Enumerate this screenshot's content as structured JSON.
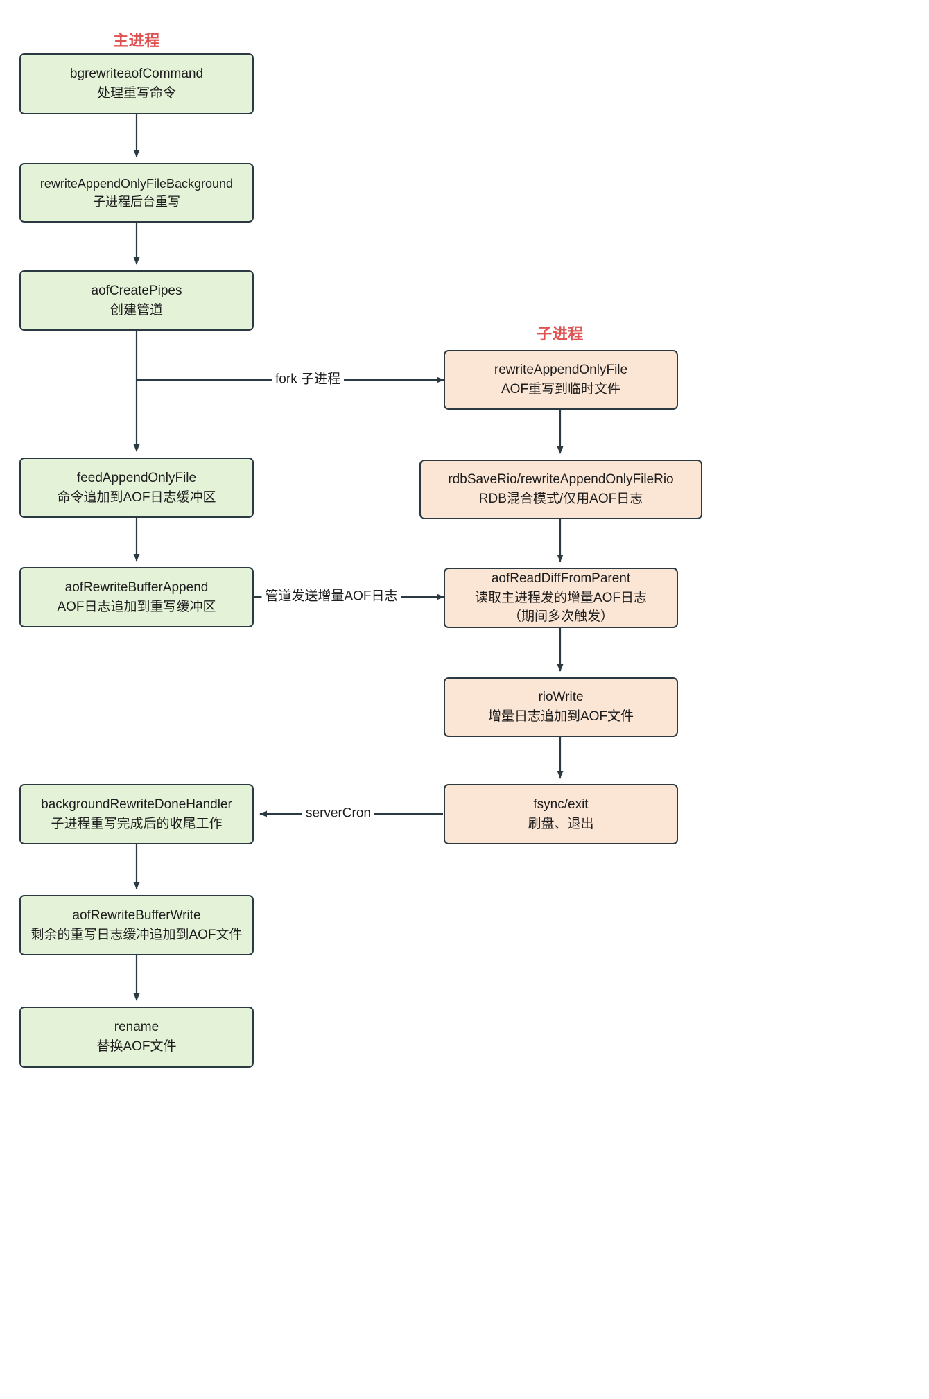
{
  "diagram": {
    "title_main": "主进程",
    "title_child": "子进程",
    "colors": {
      "main_process_fill": "#e4f2d8",
      "child_process_fill": "#fbe5d5",
      "node_border": "#2b3a42",
      "lane_title": "#e05252",
      "edge": "#2b3a42",
      "background": "#ffffff"
    },
    "main_nodes": [
      {
        "id": "bgrewriteaofCommand",
        "line1": "bgrewriteaofCommand",
        "line2": "处理重写命令"
      },
      {
        "id": "rewriteAppendOnlyFileBackground",
        "line1": "rewriteAppendOnlyFileBackground",
        "line2": "子进程后台重写"
      },
      {
        "id": "aofCreatePipes",
        "line1": "aofCreatePipes",
        "line2": "创建管道"
      },
      {
        "id": "feedAppendOnlyFile",
        "line1": "feedAppendOnlyFile",
        "line2": "命令追加到AOF日志缓冲区"
      },
      {
        "id": "aofRewriteBufferAppend",
        "line1": "aofRewriteBufferAppend",
        "line2": "AOF日志追加到重写缓冲区"
      },
      {
        "id": "backgroundRewriteDoneHandler",
        "line1": "backgroundRewriteDoneHandler",
        "line2": "子进程重写完成后的收尾工作"
      },
      {
        "id": "aofRewriteBufferWrite",
        "line1": "aofRewriteBufferWrite",
        "line2": "剩余的重写日志缓冲追加到AOF文件"
      },
      {
        "id": "rename",
        "line1": "rename",
        "line2": "替换AOF文件"
      }
    ],
    "child_nodes": [
      {
        "id": "rewriteAppendOnlyFile",
        "line1": "rewriteAppendOnlyFile",
        "line2": "AOF重写到临时文件"
      },
      {
        "id": "rdbSaveRio",
        "line1": "rdbSaveRio/rewriteAppendOnlyFileRio",
        "line2": "RDB混合模式/仅用AOF日志"
      },
      {
        "id": "aofReadDiffFromParent",
        "line1": "aofReadDiffFromParent",
        "line2": "读取主进程发的增量AOF日志",
        "line3": "（期间多次触发）"
      },
      {
        "id": "rioWrite",
        "line1": "rioWrite",
        "line2": "增量日志追加到AOF文件"
      },
      {
        "id": "fsyncExit",
        "line1": "fsync/exit",
        "line2": "刷盘、退出"
      }
    ],
    "edge_labels": {
      "fork": "fork 子进程",
      "pipe": "管道发送增量AOF日志",
      "server_cron": "serverCron"
    }
  }
}
